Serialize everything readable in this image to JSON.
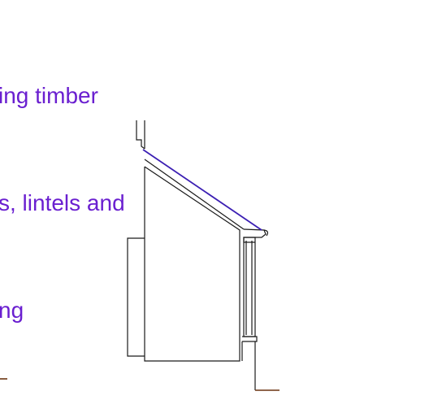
{
  "caption": {
    "lines": [
      "ing timber",
      "s, lintels and",
      "ng"
    ]
  },
  "colors": {
    "caption_text": "#6a1fd0",
    "roof_line": "#3b1fb3",
    "outline": "#1a1a1a",
    "ground": "#6b3410"
  }
}
